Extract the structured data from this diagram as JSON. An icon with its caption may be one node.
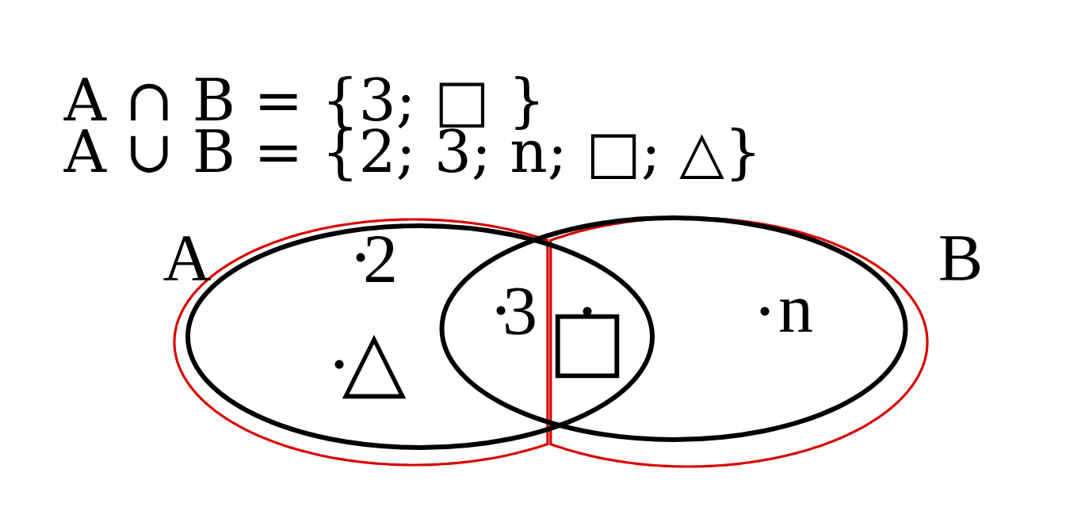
{
  "diagram": {
    "nodes": [
      {
        "text": [
          "A"
        ]
      },
      {
        "text": [
          "B"
        ]
      }
    ],
    "labels": [
      "A ∩ B = {3; □ }",
      "A ∪ B = {2; 3; n; □; △}",
      "2",
      "3",
      "n",
      "□",
      "△"
    ]
  }
}
